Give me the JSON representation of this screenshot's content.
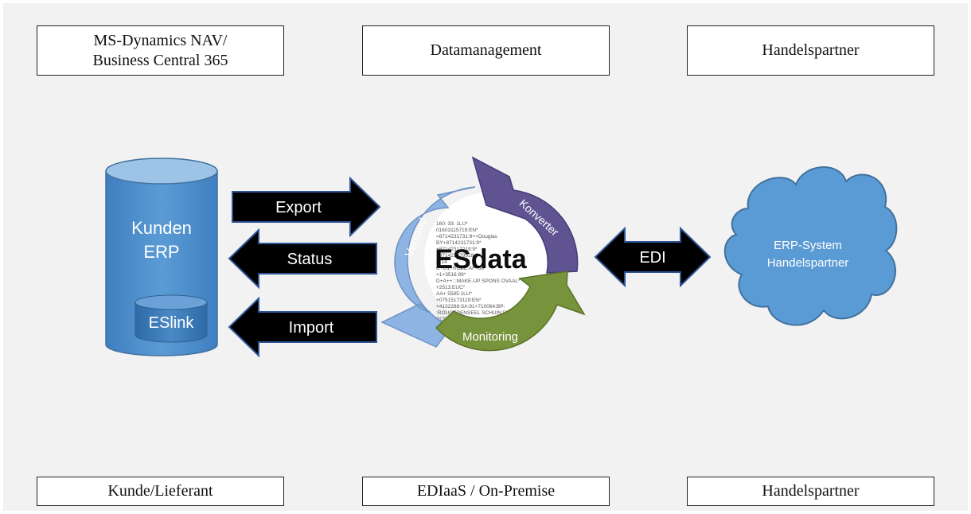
{
  "top_labels": {
    "erp": "MS-Dynamics NAV/\nBusiness Central 365",
    "datamanagement": "Datamanagement",
    "partner": "Handelspartner"
  },
  "bottom_labels": {
    "customer": "Kunde/Lieferant",
    "ediaas": "EDIaaS / On-Premise",
    "partner": "Handelspartner"
  },
  "database": {
    "line1": "Kunden",
    "line2": "ERP",
    "module": "ESlink"
  },
  "arrows": {
    "export": "Export",
    "status": "Status",
    "import": "Import",
    "edi": "EDI"
  },
  "cycle": {
    "center": "ESdata",
    "versand": "Versand",
    "konverter": "Konverter",
    "monitoring": "Monitoring"
  },
  "cloud": {
    "line1": "ERP-System",
    "line2": "Handelspartner"
  },
  "colors": {
    "db_blue": "#5b9bd5",
    "db_top": "#9dc3e6",
    "versand": "#8eb4e3",
    "konverter": "#5f5491",
    "monitoring": "#77933c",
    "cloud": "#5b9bd5"
  }
}
